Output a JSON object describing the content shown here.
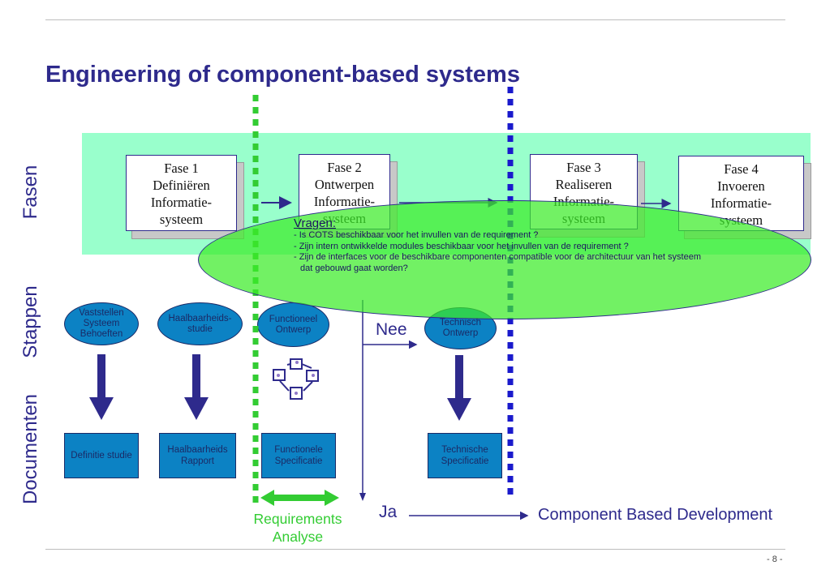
{
  "slide": {
    "title": "Engineering of component-based systems",
    "page_number": "- 8 -"
  },
  "row_labels": {
    "fasen": "Fasen",
    "stappen": "Stappen",
    "documenten": "Documenten"
  },
  "phases": [
    {
      "line1": "Fase 1",
      "line2": "Definiëren",
      "line3": "Informatie-",
      "line4": "systeem"
    },
    {
      "line1": "Fase 2",
      "line2": "Ontwerpen",
      "line3": "Informatie-",
      "line4": "systeem"
    },
    {
      "line1": "Fase 3",
      "line2": "Realiseren",
      "line3": "Informatie-",
      "line4": "systeem"
    },
    {
      "line1": "Fase 4",
      "line2": "Invoeren",
      "line3": "Informatie-",
      "line4": "systeem"
    }
  ],
  "steps": [
    {
      "line1": "Vaststellen",
      "line2": "Systeem",
      "line3": "Behoeften"
    },
    {
      "line1": "Haalbaarheids-",
      "line2": "studie"
    },
    {
      "line1": "Functioneel",
      "line2": "Ontwerp"
    },
    {
      "line1": "Technisch",
      "line2": "Ontwerp"
    }
  ],
  "documents": [
    {
      "line1": "Definitie studie"
    },
    {
      "line1": "Haalbaarheids",
      "line2": "Rapport"
    },
    {
      "line1": "Functionele",
      "line2": "Specificatie"
    },
    {
      "line1": "Technische",
      "line2": "Specificatie"
    }
  ],
  "questions": {
    "title": "Vragen:",
    "items": [
      "- Is COTS beschikbaar voor het invullen van de requirement ?",
      "- Zijn intern ontwikkelde modules beschikbaar voor het invullen van de requirement ?",
      "- Zijn de interfaces voor de beschikbare componenten compatible voor de architectuur van het systeem",
      "  dat gebouwd gaat worden?"
    ]
  },
  "decision": {
    "nee": "Nee",
    "ja": "Ja",
    "ja_target": "Component Based Development"
  },
  "requirements": {
    "line1": "Requirements",
    "line2": "Analyse"
  },
  "colors": {
    "title": "#2e2a8c",
    "band": "#99ffcc",
    "step_fill": "#0c82c4",
    "green_dash": "#33cc33",
    "blue_dash": "#1a1acc",
    "questions_ellipse": "#3ceb28"
  }
}
